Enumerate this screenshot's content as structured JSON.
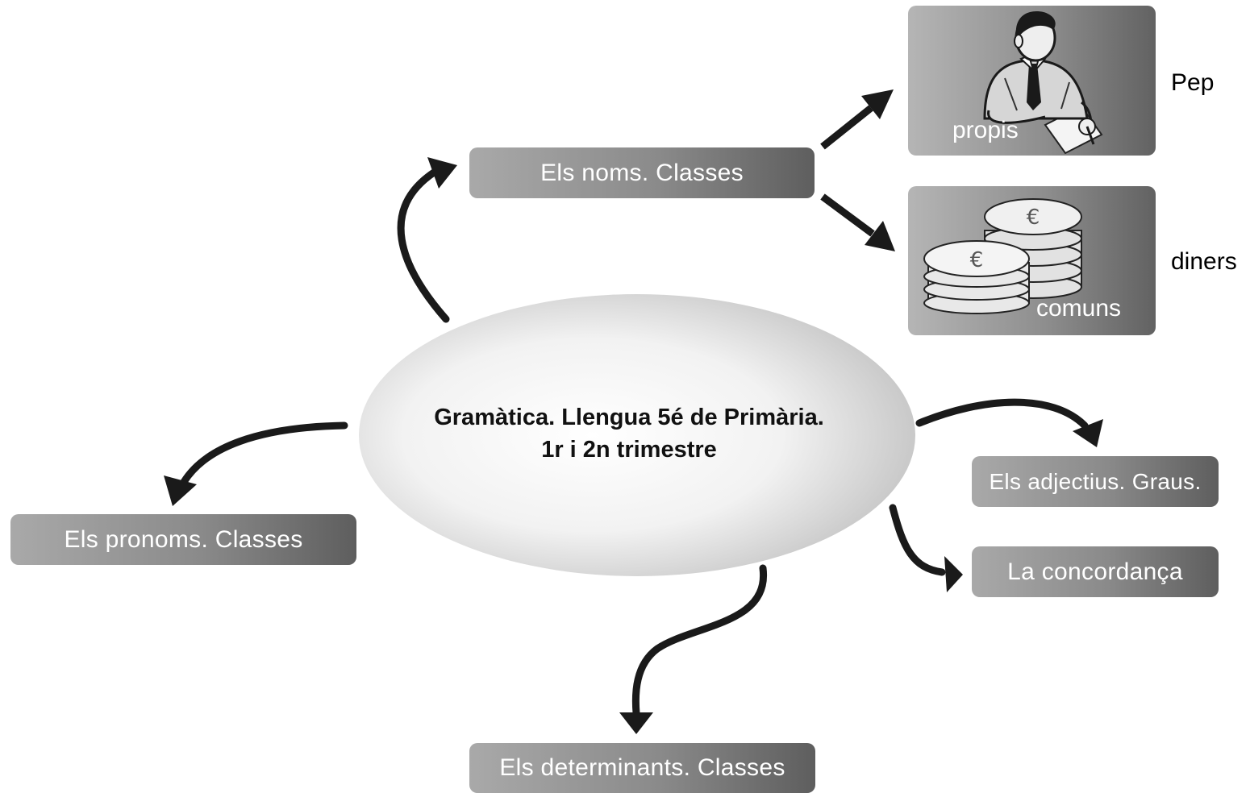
{
  "center": {
    "line1": "Gramàtica. Llengua 5é de Primària.",
    "line2": "1r i 2n trimestre"
  },
  "topics": {
    "noms": "Els noms. Classes",
    "pronoms": "Els pronoms. Classes",
    "adjectius": "Els adjectius. Graus.",
    "concordanca": "La concordança",
    "determinants": "Els determinants. Classes"
  },
  "subtypes": {
    "propis": {
      "label": "propis",
      "example": "Pep",
      "icon": "businessman-icon"
    },
    "comuns": {
      "label": "comuns",
      "example": "diners",
      "icon": "euro-coins-icon"
    }
  },
  "colors": {
    "box_light": "#a9a9a9",
    "box_dark": "#5e5e5e",
    "arrow": "#1a1a1a",
    "ellipse_light": "#ffffff",
    "ellipse_dark": "#c4c4c4"
  }
}
